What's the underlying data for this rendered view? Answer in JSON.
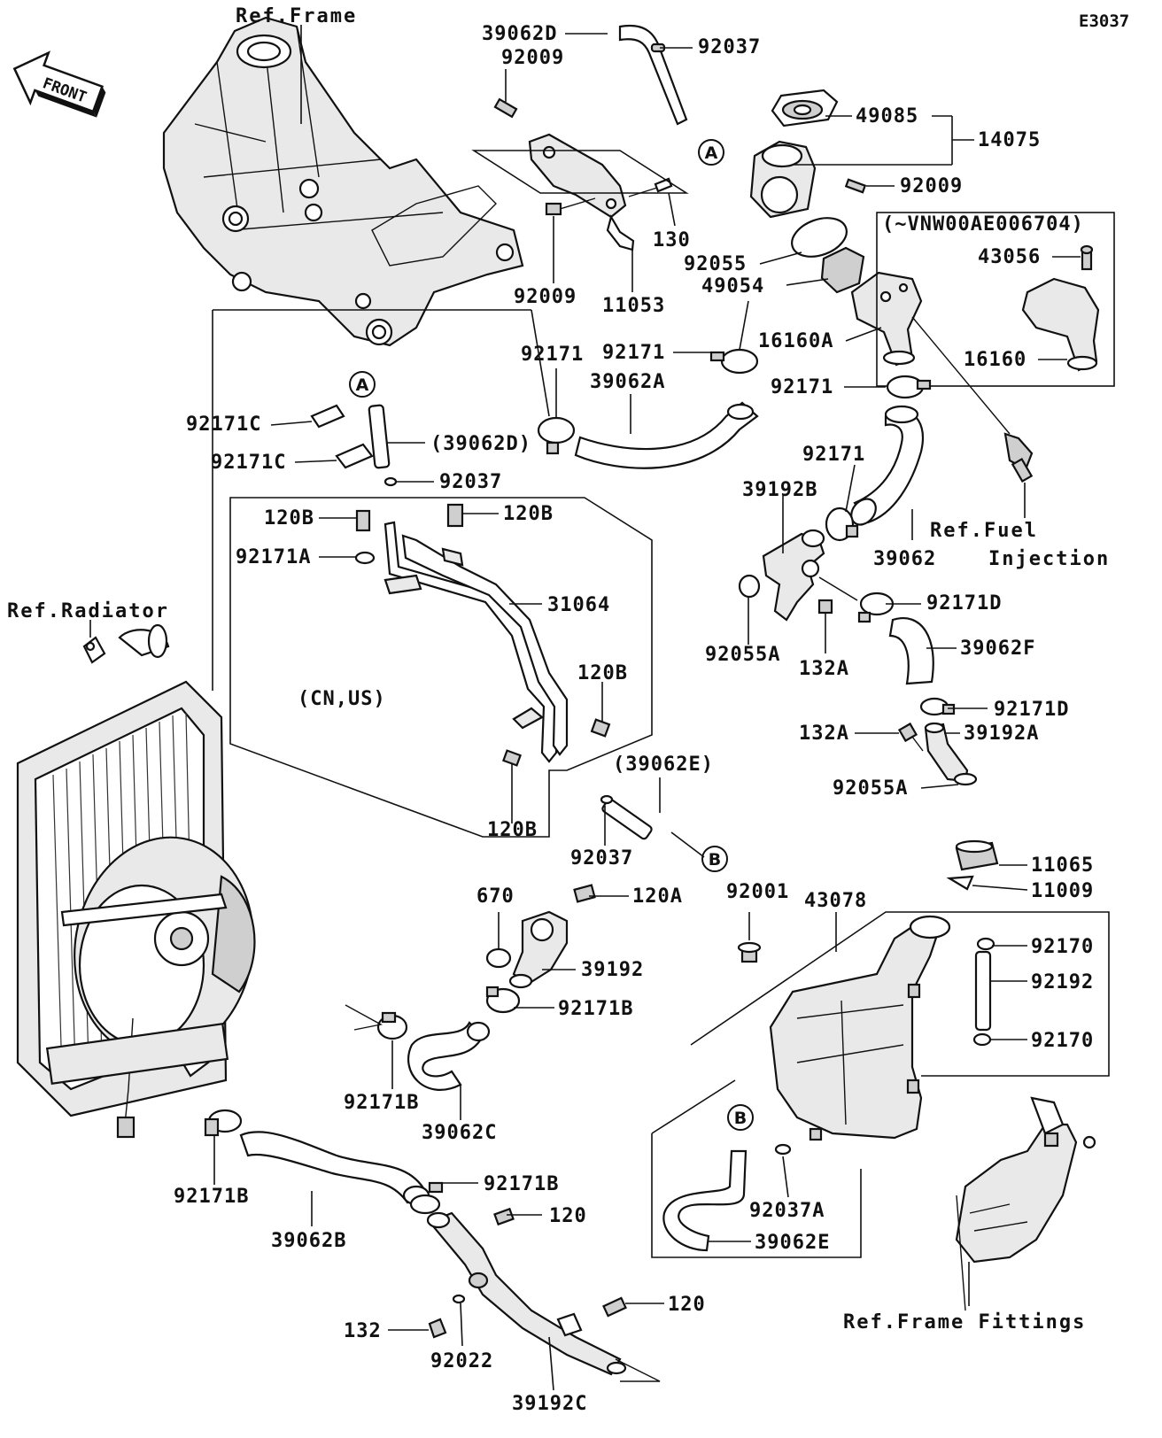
{
  "code": "E3037",
  "front_label": "FRONT",
  "circle_a": "A",
  "circle_b": "B",
  "refs": {
    "frame": "Ref.Frame",
    "radiator": "Ref.Radiator",
    "fuel_1": "Ref.Fuel",
    "fuel_2": "Injection",
    "frame_fittings": "Ref.Frame Fittings"
  },
  "groups": {
    "vnw": "(~VNW00AE006704)",
    "cn_us": "(CN,US)"
  },
  "parts": {
    "p39062D": "39062D",
    "p92037_top": "92037",
    "p92009_top": "92009",
    "p49085": "49085",
    "p14075": "14075",
    "p92009_right": "92009",
    "p130": "130",
    "p92009_mid": "92009",
    "p11053": "11053",
    "p92055": "92055",
    "p49054": "49054",
    "p43056": "43056",
    "p16160": "16160",
    "p16160A": "16160A",
    "p92171_a": "92171",
    "p92171_b": "92171",
    "p39062A": "39062A",
    "p92171_c": "92171",
    "p92171_d": "92171",
    "p39192B": "39192B",
    "p39062": "39062",
    "p92171C_1": "92171C",
    "p39062D_paren": "(39062D)",
    "p92171C_2": "92171C",
    "p92037_mid": "92037",
    "p120B_1": "120B",
    "p120B_2": "120B",
    "p92171A": "92171A",
    "p31064": "31064",
    "p92171D_1": "92171D",
    "p92055A_1": "92055A",
    "p132A_1": "132A",
    "p39062F": "39062F",
    "p120B_3": "120B",
    "p92171D_2": "92171D",
    "p132A_2": "132A",
    "p39192A": "39192A",
    "p39062E_paren": "(39062E)",
    "p92055A_2": "92055A",
    "p120B_4": "120B",
    "p92037_low": "92037",
    "p11065": "11065",
    "p11009": "11009",
    "p670": "670",
    "p120A": "120A",
    "p92001": "92001",
    "p43078": "43078",
    "p92170_1": "92170",
    "p39192": "39192",
    "p92192": "92192",
    "p92171B_1": "92171B",
    "p92170_2": "92170",
    "p92171B_2": "92171B",
    "p39062C": "39062C",
    "p92171B_3": "92171B",
    "p92171B_4": "92171B",
    "p120_1": "120",
    "p92037A": "92037A",
    "p39062E": "39062E",
    "p39062B": "39062B",
    "p120_2": "120",
    "p132": "132",
    "p92022": "92022",
    "p39192C": "39192C"
  }
}
